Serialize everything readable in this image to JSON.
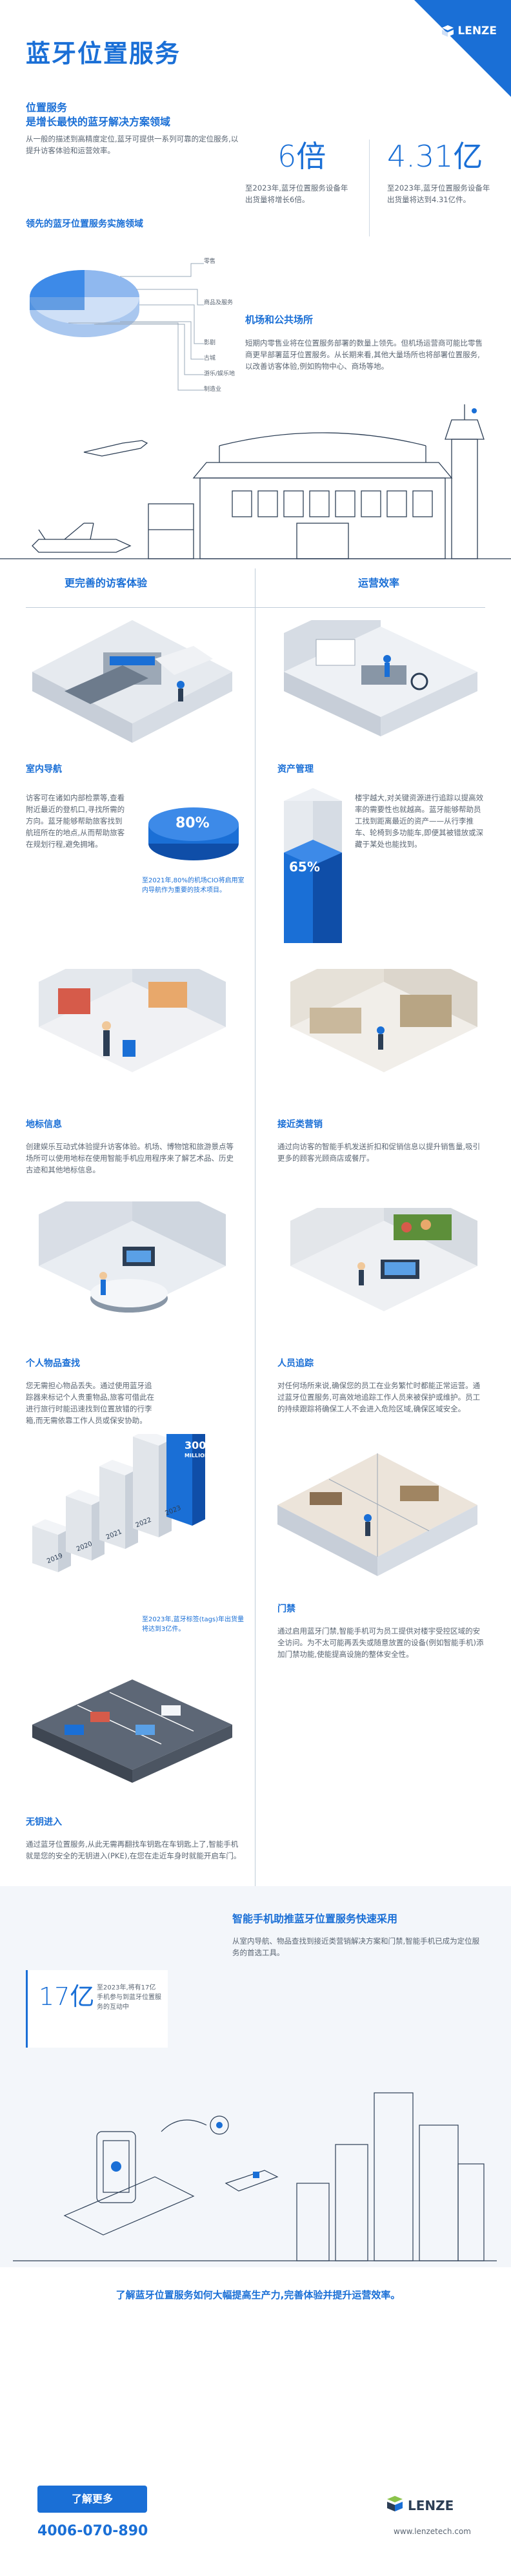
{
  "header": {
    "title": "蓝牙位置服务",
    "logo_text": "LENZE"
  },
  "intro": {
    "heading_line1": "位置服务",
    "heading_line2": "是增长最快的蓝牙解决方案领域",
    "body": "从一般的描述到高精度定位,蓝牙可提供一系列可靠的定位服务,以提升访客体验和运营效率。"
  },
  "stats": [
    {
      "value": "6倍",
      "text": "至2023年,蓝牙位置服务设备年出货量将增长6倍。"
    },
    {
      "value": "4.31亿",
      "text": "至2023年,蓝牙位置服务设备年出货量将达到4.31亿件。"
    }
  ],
  "pie": {
    "heading": "领先的蓝牙位置服务实施领域",
    "labels": [
      "零售",
      "商品及服务",
      "影剧",
      "古城",
      "游乐/娱乐地",
      "制造业"
    ]
  },
  "airport": {
    "heading": "机场和公共场所",
    "body": "短期内零售业将在位置服务部署的数量上领先。但机场运营商可能比零售商更早部署蓝牙位置服务。从长期来看,其他大量场所也将部署位置服务,以改善访客体验,例如购物中心、商场等地。"
  },
  "sections": {
    "left": "更完善的访客体验",
    "right": "运营效率"
  },
  "indoor_nav": {
    "heading": "室内导航",
    "body": "访客可在诸如内部检票等,查看附近最近的登机口,寻找所需的方向。蓝牙能够帮助旅客找到航班所在的地点,从而帮助旅客在规划行程,避免拥堵。",
    "stat_value": "80%",
    "stat_note": "至2021年,80%的机场CIO将启用室内导航作为重要的技术项目。"
  },
  "asset_mgmt": {
    "heading": "资产管理",
    "body": "楼宇越大,对关键资源进行追踪以提高效率的需要性也就越高。蓝牙能够帮助员工找到距离最近的资产——从行李推车、轮椅到多功能车,即便其被错放或深藏于某处也能找到。",
    "stat_value": "65%"
  },
  "location_info": {
    "heading": "地标信息",
    "body": "创建娱乐互动式体验提升访客体验。机场、博物馆和旅游景点等场所可以使用地标在使用智能手机应用程序来了解艺术品、历史古迹和其他地标信息。"
  },
  "proximity": {
    "heading": "接近类营销",
    "body": "通过向访客的智能手机发送折扣和促销信息以提升销售量,吸引更多的顾客光顾商店或餐厅。"
  },
  "item_find": {
    "heading": "个人物品查找",
    "body": "您无需担心物品丢失。通过使用蓝牙追踪器来标记个人贵重物品,旅客可借此在进行旅行时能迅速找到位置放错的行李箱,而无需依靠工作人员或保安协助。",
    "stat_value": "300",
    "stat_unit": "MILLION",
    "years": [
      "2019",
      "2020",
      "2021",
      "2022",
      "2023"
    ],
    "bar_values": [
      1,
      2,
      3,
      4,
      5
    ],
    "stat_note": "至2023年,蓝牙标签(tags)年出货量将达到3亿件。"
  },
  "personnel": {
    "heading": "人员追踪",
    "body": "对任何场所来说,确保您的员工在业务繁忙时都能正常运营。通过蓝牙位置服务,可高效地追踪工作人员来被保护或维护。员工的持续跟踪将确保工人不会进入危险区域,确保区域安全。"
  },
  "access": {
    "heading": "门禁",
    "body": "通过启用蓝牙门禁,智能手机可为员工提供对楼宇受控区域的安全访问。为不太可能再丢失或随意放置的设备(例如智能手机)添加门禁功能,使能提高设施的整体安全性。"
  },
  "keyless": {
    "heading": "无钥进入",
    "body": "通过蓝牙位置服务,从此无需再翻找车钥匙在车钥匙上了,智能手机就是您的安全的无钥进入(PKE),在您在走近车身时就能开启车门。"
  },
  "smartphone": {
    "heading": "智能手机助推蓝牙位置服务快速采用",
    "body": "从室内导航、物品查找到接近类营销解决方案和门禁,智能手机已成为定位服务的首选工具。",
    "stat_value": "17亿",
    "stat_text": "至2023年,将有17亿手机参与到蓝牙位置服务的互动中"
  },
  "footer": {
    "tagline": "了解蓝牙位置服务如何大幅提高生产力,完善体验并提升运营效率。",
    "button": "了解更多",
    "phone": "4006-070-890",
    "logo_text": "LENZE",
    "url": "www.lenzetech.com"
  },
  "colors": {
    "accent": "#1a6fd6",
    "dark_blue": "#0f4ea8",
    "text": "#5b6673",
    "light_bg": "#f3f6fa"
  }
}
